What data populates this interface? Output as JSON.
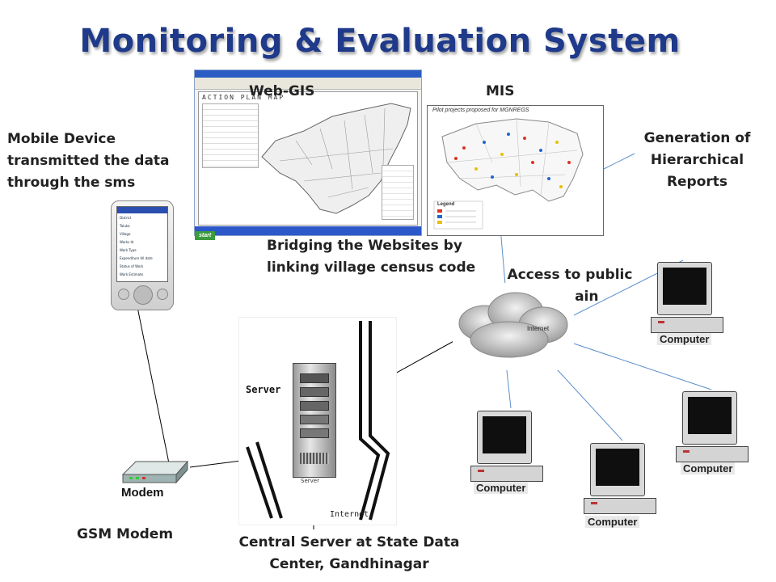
{
  "title": "Monitoring & Evaluation System",
  "labels": {
    "web_gis": "Web-GIS",
    "mis": "MIS",
    "mobile": [
      "Mobile Device",
      "transmitted the data",
      "through the sms"
    ],
    "reports": [
      "Generation of",
      "Hierarchical",
      "Reports"
    ],
    "bridging": [
      "Bridging the Websites by",
      "linking village census code"
    ],
    "public": [
      "Access to public",
      "domain"
    ],
    "gsm": "GSM Modem",
    "server_caption": [
      "Central Server at  State Data",
      "Center, Gandhinagar"
    ]
  },
  "webgis_shot": {
    "map_title": "ACTION PLAN MAP",
    "start": "start"
  },
  "mis_shot": {
    "map_title": "Pilot projects proposed for MGNREGS",
    "legend": "Legend"
  },
  "server_fig": {
    "server": "Server",
    "server_small": "Server",
    "internet": "Internet"
  },
  "cloud": {
    "label": "Internet"
  },
  "modem": {
    "label": "Modem"
  },
  "pda_fields": [
    "District",
    "Taluka",
    "Village",
    "Works Id",
    "Work Type",
    "Expenditure till date",
    "Status of Work",
    "Work Estimate"
  ],
  "computers": [
    {
      "label": "Computer"
    },
    {
      "label": "Computer"
    },
    {
      "label": "Computer"
    },
    {
      "label": "Computer"
    }
  ],
  "colors": {
    "title": "#1f3a8a",
    "line": "#000000",
    "line_blue": "#5b8fc9"
  }
}
